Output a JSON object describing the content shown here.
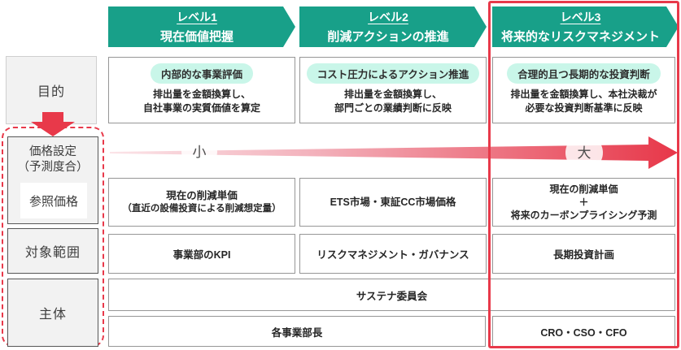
{
  "colors": {
    "teal": "#18a089",
    "mint_pill": "#c9f6e9",
    "red_accent": "#e8394a",
    "gray_fill": "#f2f2f2",
    "box_border": "#969696"
  },
  "left": {
    "purpose": "目的",
    "price_setting_line1": "価格設定",
    "price_setting_line2": "（予測度合）",
    "reference_price": "参照価格",
    "scope": "対象範囲",
    "subject": "主体"
  },
  "arrow": {
    "small_label": "小",
    "large_label": "大"
  },
  "columns": [
    {
      "level": "レベル1",
      "title": "現在価値把握",
      "pill": "内部的な事業評価",
      "desc": [
        "排出量を金額換算し、",
        "自社事業の実質価値を算定"
      ],
      "ref": [
        "現在の削減単価",
        "（直近の設備投資による削減想定量）"
      ],
      "scope": "事業部のKPI"
    },
    {
      "level": "レベル2",
      "title": "削減アクションの推進",
      "pill": "コスト圧力によるアクション推進",
      "desc": [
        "排出量を金額換算し、",
        "部門ごとの業績判断に反映"
      ],
      "ref": [
        "ETS市場・東証CC市場価格"
      ],
      "scope": "リスクマネジメント・ガバナンス"
    },
    {
      "level": "レベル3",
      "title": "将来的なリスクマネジメント",
      "pill": "合理的且つ長期的な投資判断",
      "desc": [
        "排出量を金額換算し、本社決裁が",
        "必要な投資判断基準に反映"
      ],
      "ref": [
        "現在の削減単価",
        "＋",
        "将来のカーボンプライシング予測"
      ],
      "scope": "長期投資計画"
    }
  ],
  "subject_row": {
    "committee": "サステナ委員会",
    "division_heads": "各事業部長",
    "executives": "CRO・CSO・CFO"
  }
}
